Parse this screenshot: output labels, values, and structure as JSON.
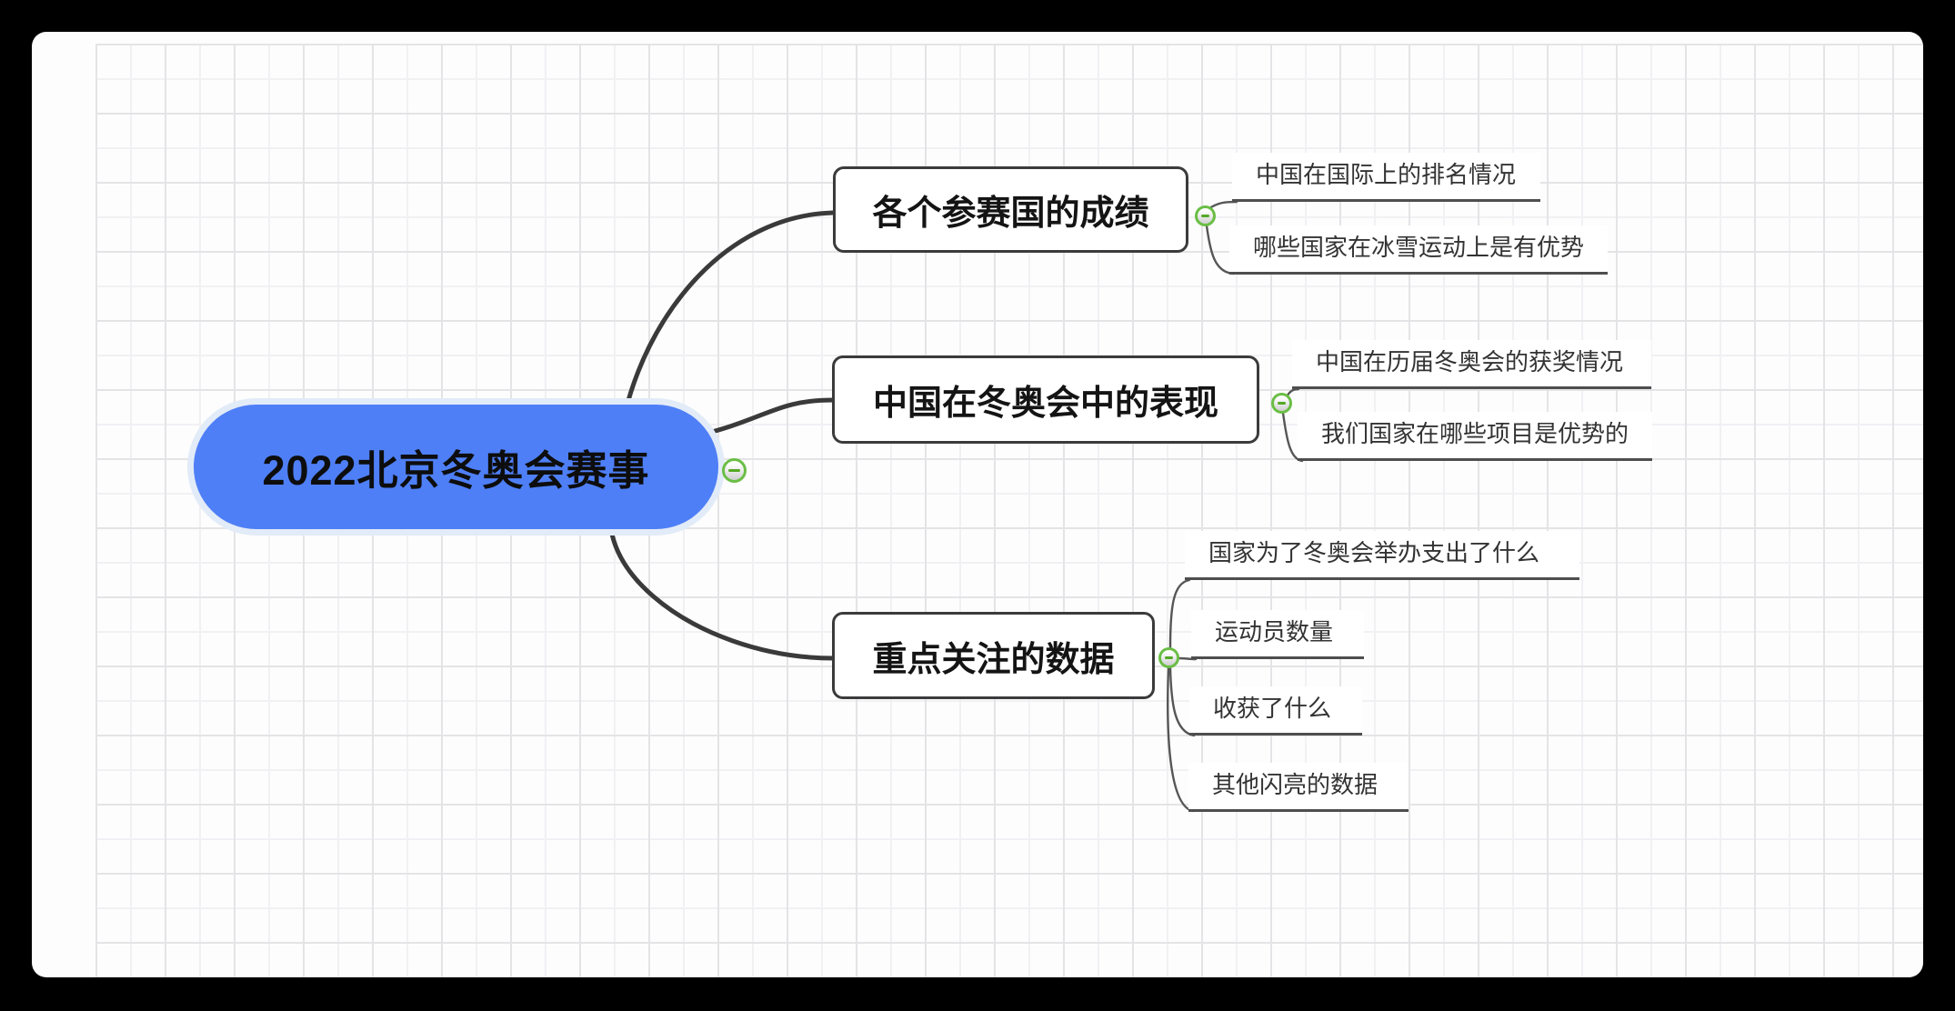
{
  "root": {
    "label": "2022北京冬奥会赛事"
  },
  "branches": [
    {
      "label": "各个参赛国的成绩",
      "children": [
        {
          "label": "中国在国际上的排名情况"
        },
        {
          "label": "哪些国家在冰雪运动上是有优势"
        }
      ]
    },
    {
      "label": "中国在冬奥会中的表现",
      "children": [
        {
          "label": "中国在历届冬奥会的获奖情况"
        },
        {
          "label": "我们国家在哪些项目是优势的"
        }
      ]
    },
    {
      "label": "重点关注的数据",
      "children": [
        {
          "label": "国家为了冬奥会举办支出了什么"
        },
        {
          "label": "运动员数量"
        },
        {
          "label": "收获了什么"
        },
        {
          "label": "其他闪亮的数据"
        }
      ]
    }
  ],
  "icons": {
    "collapse": "minus"
  },
  "colors": {
    "root_fill": "#4e7ff6",
    "root_glow": "#e2ebf8",
    "node_border": "#3b3b3b",
    "connector_thick": "#3a3a3a",
    "connector_thin": "#565656",
    "subtopic_line": "#4e4e4e",
    "collapse_green": "#6abe45",
    "canvas": "#fdfdfd",
    "frame": "#000000",
    "grid_major": "#e4e4e7",
    "grid_minor": "#f1f1f4"
  }
}
